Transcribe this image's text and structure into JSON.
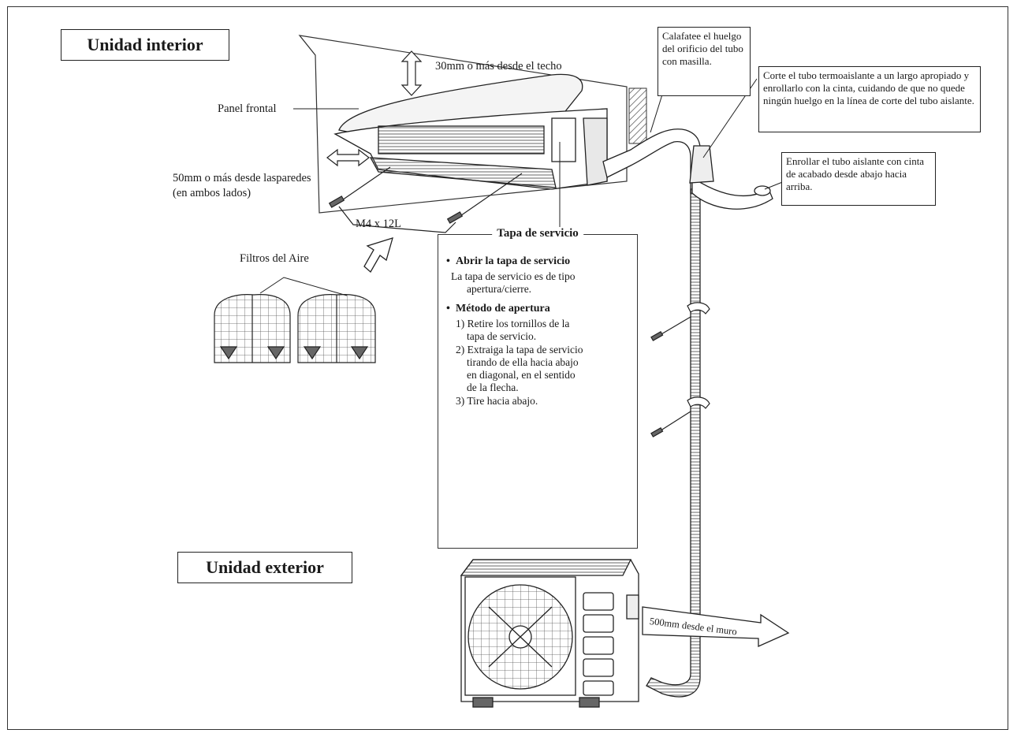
{
  "titles": {
    "indoor": "Unidad interior",
    "outdoor": "Unidad exterior"
  },
  "labels": {
    "ceiling_clearance": "30mm o más desde el techo",
    "front_panel": "Panel frontal",
    "wall_clearance_line1": "50mm o más desde lasparedes",
    "wall_clearance_line2": "(en ambos lados)",
    "screw": "M4 x 12L",
    "air_filters": "Filtros del Aire",
    "outdoor_distance": "500mm desde el muro"
  },
  "notes": {
    "caulk": "Calafatee el huelgo del orificio del tubo con masilla.",
    "cut_tube": "Corte el tubo termoaislante a un largo apropiado y enrollarlo con la cinta, cuidando de que no quede ningún huelgo en la línea de corte del tubo aislante.",
    "wrap_tube": "Enrollar el tubo aislante con cinta de acabado desde abajo hacia arriba."
  },
  "service_cover": {
    "title": "Tapa de servicio",
    "open_heading": "Abrir la tapa de servicio",
    "open_text_1": "La tapa de servicio es de tipo",
    "open_text_2": "apertura/cierre.",
    "method_heading": "Método de apertura",
    "step1_a": "1) Retire los tornillos de la",
    "step1_b": "tapa de servicio.",
    "step2_a": "2) Extraiga la tapa de servicio",
    "step2_b": "tirando de ella hacia abajo",
    "step2_c": "en diagonal, en el sentido",
    "step2_d": "de la flecha.",
    "step3": "3) Tire hacia abajo."
  }
}
